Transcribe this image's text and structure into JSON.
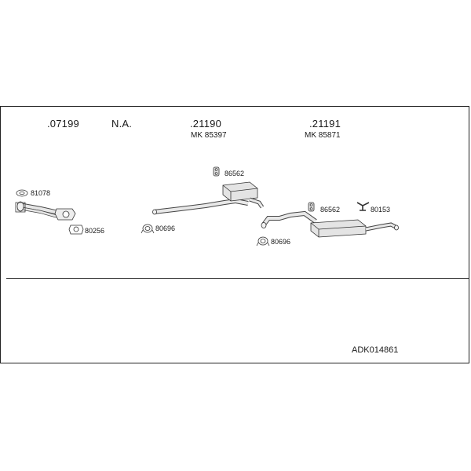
{
  "parts": {
    "front_pipe_number": ".07199",
    "na_label": "N.A.",
    "middle_silencer_number": ".21190",
    "middle_silencer_mk": "MK  85397",
    "rear_silencer_number": ".21191",
    "rear_silencer_mk": "MK  85871"
  },
  "refs": {
    "gasket_front": "81078",
    "gasket_flange": "80256",
    "hanger_middle": "86562",
    "clamp_middle": "80696",
    "hanger_rear": "86562",
    "bracket_rear": "80153",
    "clamp_rear": "80696"
  },
  "footer": {
    "diagram_code": "ADK014861"
  }
}
